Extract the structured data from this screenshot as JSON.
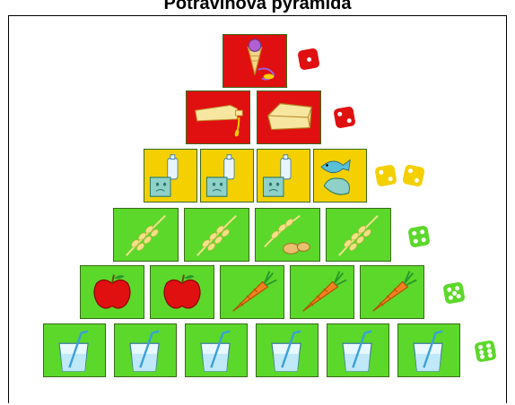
{
  "title": "Potravinová pyramida",
  "colors": {
    "red": "#e01010",
    "yellow": "#f4d000",
    "green": "#5cd82a",
    "outline": "#000000"
  },
  "levels": [
    {
      "name": "sweets",
      "color": "red",
      "tiles": [
        "ice-cream-cone"
      ],
      "dice": [
        1
      ]
    },
    {
      "name": "fats",
      "color": "red",
      "tiles": [
        "oil-bottle",
        "butter"
      ],
      "dice": [
        2
      ]
    },
    {
      "name": "dairy-and-protein",
      "color": "yellow",
      "tiles": [
        "milk-and-cheese",
        "milk-and-cheese",
        "milk-and-cheese",
        "fish-and-meat"
      ],
      "dice": [
        2,
        2
      ]
    },
    {
      "name": "grains",
      "color": "green",
      "tiles": [
        "wheat",
        "wheat",
        "wheat-and-potatoes",
        "wheat"
      ],
      "dice": [
        4
      ]
    },
    {
      "name": "fruit-and-vegetables",
      "color": "green",
      "tiles": [
        "apple",
        "apple",
        "carrot",
        "carrot",
        "carrot"
      ],
      "dice": [
        5
      ]
    },
    {
      "name": "drinks",
      "color": "green",
      "tiles": [
        "glass-of-water",
        "glass-of-water",
        "glass-of-water",
        "glass-of-water",
        "glass-of-water",
        "glass-of-water"
      ],
      "dice": [
        6
      ]
    }
  ]
}
